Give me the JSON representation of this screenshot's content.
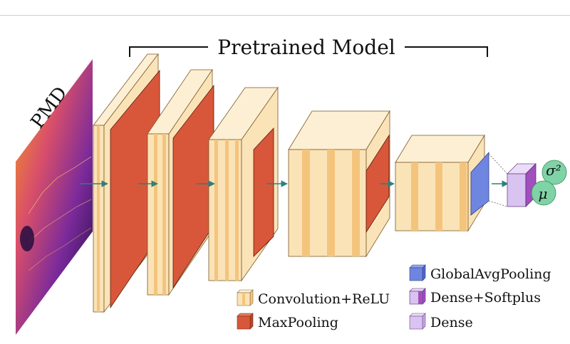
{
  "header": {
    "title": "Pretrained Model"
  },
  "input": {
    "label": "PMD"
  },
  "outputs": {
    "variance": "σ²",
    "mean": "μ"
  },
  "legend": [
    {
      "label": "Convolution+ReLU",
      "icon": "conv-relu-cube-icon",
      "color": "#F7D79E"
    },
    {
      "label": "MaxPooling",
      "icon": "maxpool-cube-icon",
      "color": "#D8573A"
    },
    {
      "label": "GlobalAvgPooling",
      "icon": "gap-cube-icon",
      "color": "#6F86E0"
    },
    {
      "label": "Dense+Softplus",
      "icon": "dense-softplus-cube-icon",
      "color": "#A04FBD"
    },
    {
      "label": "Dense",
      "icon": "dense-cube-icon",
      "color": "#D9C3F0"
    }
  ],
  "colors": {
    "conv_front": "#FBE3B8",
    "conv_side": "#F4C47C",
    "conv_top": "#FDEFD3",
    "pool_face": "#D8573A",
    "pool_side": "#B94428",
    "gap_face": "#6F86E0",
    "dense": "#D9C3F0",
    "dense_softplus": "#A04FBD",
    "output_circle": "#7FD3A6",
    "arrow": "#2F7F7A"
  }
}
